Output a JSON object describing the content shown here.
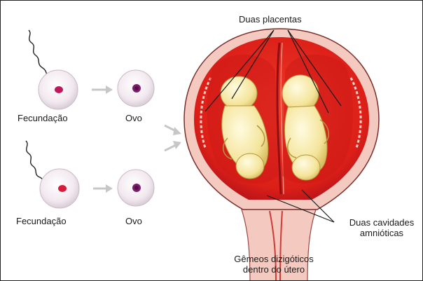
{
  "labels": {
    "fertilization_top": "Fecundação",
    "egg_top": "Ovo",
    "fertilization_bottom": "Fecundação",
    "egg_bottom": "Ovo",
    "two_placentas": "Duas placentas",
    "two_amniotic_cavities_line1": "Duas cavidades",
    "two_amniotic_cavities_line2": "amnióticas",
    "caption_line1": "Gêmeos dizigóticos",
    "caption_line2": "dentro do útero"
  },
  "colors": {
    "uterus_red": "#e3241b",
    "uterus_dark": "#b8131a",
    "wall_pink": "#f3c9c0",
    "fetus_yellow": "#f6e9a4",
    "cell_fill": "#f1e8ee",
    "nucleus_top": "#c2185b",
    "nucleus_egg": "#7b1f6a",
    "arrow_gray": "#c7c7c7"
  }
}
